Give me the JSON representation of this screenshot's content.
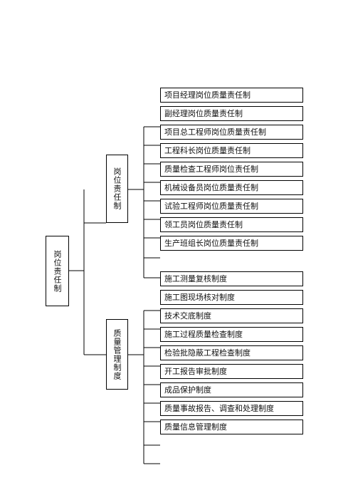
{
  "root": {
    "label": "岗位责任制"
  },
  "branches": [
    {
      "label": "岗位责任制",
      "items": [
        "项目经理岗位质量责任制",
        "副经理岗位质量责任制",
        "项目总工程师岗位质量责任制",
        "工程科长岗位质量责任制",
        "质量检查工程师岗位责任制",
        "机械设备员岗位质量责任制",
        "试验工程师岗位质量责任制",
        "领工员岗位质量责任制",
        "生产班组长岗位质量责任制"
      ]
    },
    {
      "label": "质量管理制度",
      "items": [
        "施工测量复核制度",
        "施工图现场核对制度",
        "技术交底制度",
        "施工过程质量检查制度",
        "检验批隐蔽工程检查制度",
        "开工报告审批制度",
        "成品保护制度",
        "质量事故报告、调查和处理制度",
        "质量信息管理制度"
      ]
    }
  ]
}
